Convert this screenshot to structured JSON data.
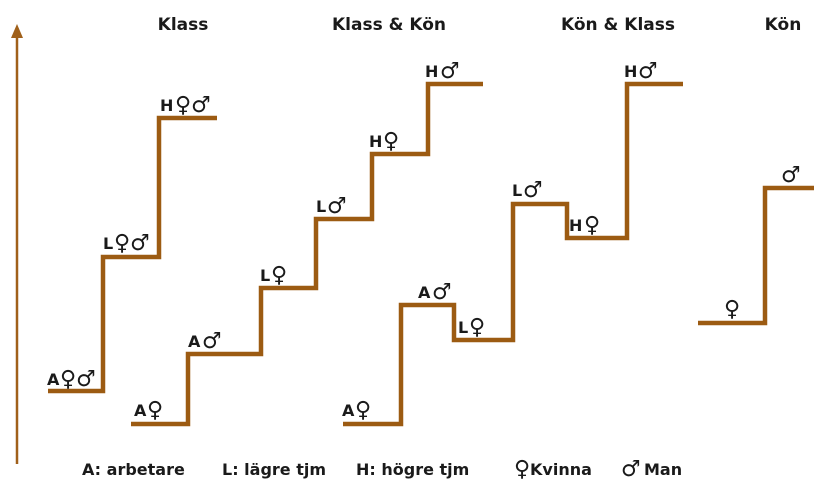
{
  "colors": {
    "stair": "#9c5b12",
    "axis": "#a0601a",
    "text": "#1a1a1a"
  },
  "symbols": {
    "female": "♀",
    "male": "♂"
  },
  "titles": {
    "klass": "Klass",
    "klass_kon": "Klass & Kön",
    "kon_klass": "Kön & Klass",
    "kon": "Kön"
  },
  "steps": {
    "klass": [
      {
        "letter": "A",
        "sex": "♀♂"
      },
      {
        "letter": "L",
        "sex": "♀♂"
      },
      {
        "letter": "H",
        "sex": "♀♂"
      }
    ],
    "klass_kon": [
      {
        "letter": "A",
        "sex": "♀"
      },
      {
        "letter": "A",
        "sex": "♂"
      },
      {
        "letter": "L",
        "sex": "♀"
      },
      {
        "letter": "L",
        "sex": "♂"
      },
      {
        "letter": "H",
        "sex": "♀"
      },
      {
        "letter": "H",
        "sex": "♂"
      }
    ],
    "kon_klass": [
      {
        "letter": "A",
        "sex": "♀"
      },
      {
        "letter": "A",
        "sex": "♂"
      },
      {
        "letter": "L",
        "sex": "♀"
      },
      {
        "letter": "L",
        "sex": "♂"
      },
      {
        "letter": "H",
        "sex": "♀"
      },
      {
        "letter": "H",
        "sex": "♂"
      }
    ],
    "kon": [
      {
        "letter": "",
        "sex": "♀"
      },
      {
        "letter": "",
        "sex": "♂"
      }
    ]
  },
  "legend": {
    "a": "A: arbetare",
    "l": "L: lägre tjm",
    "h": "H: högre tjm",
    "kvinna": "Kvinna",
    "man": "Man"
  }
}
